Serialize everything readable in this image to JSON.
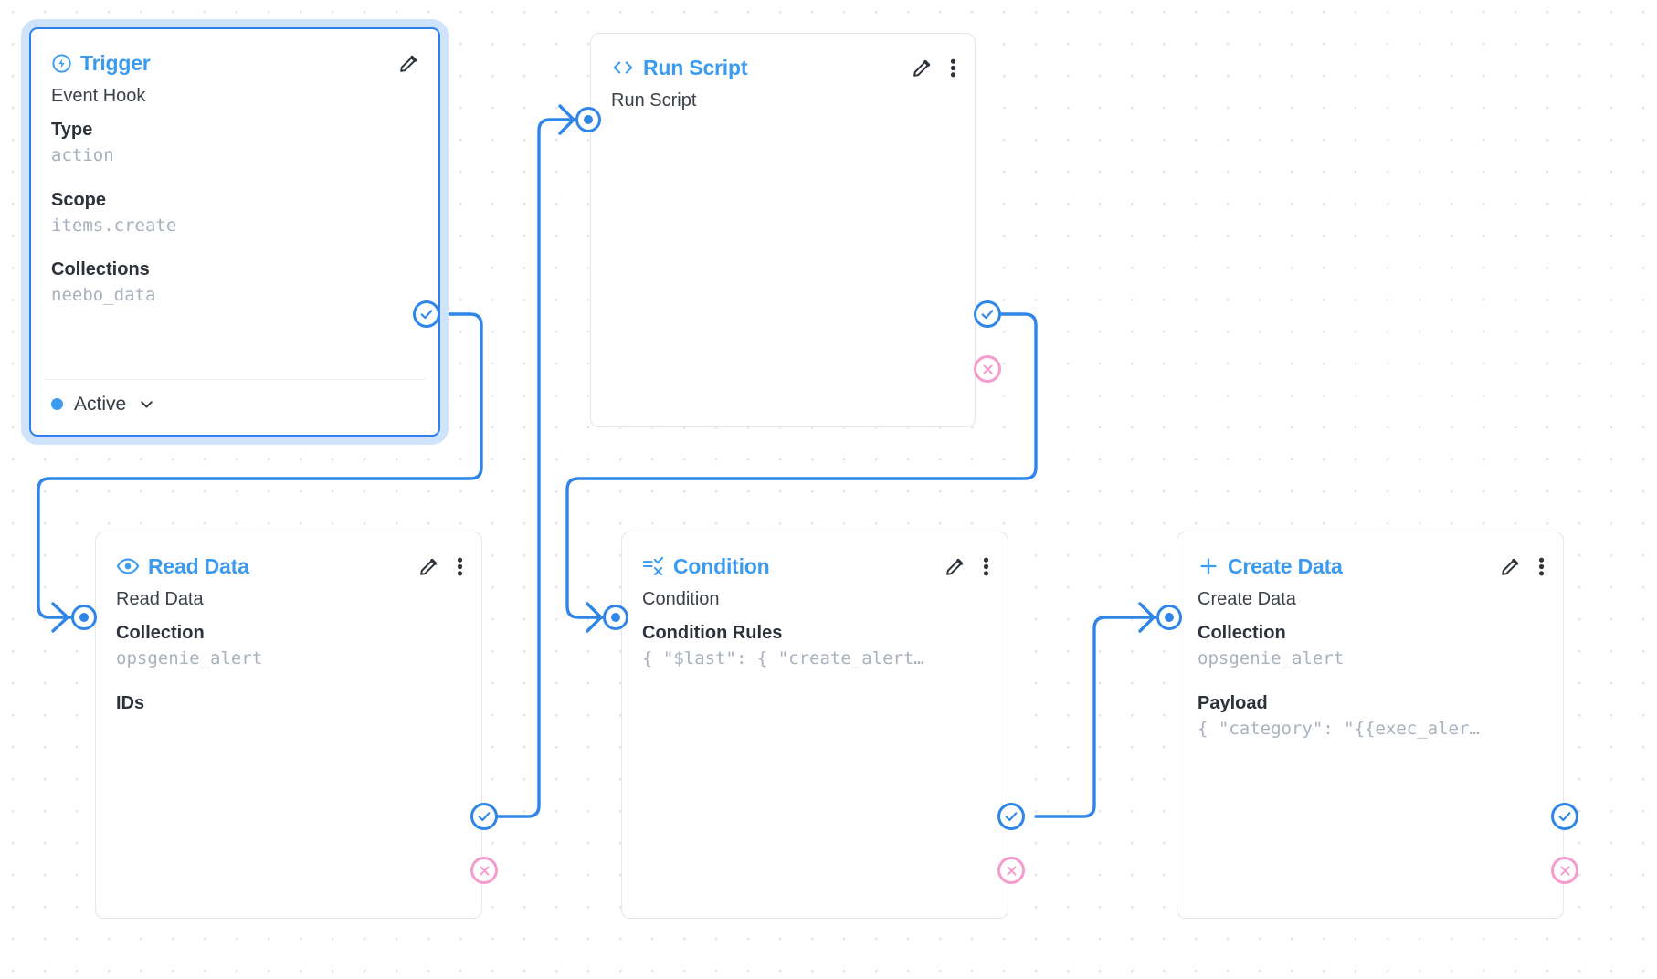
{
  "canvas": {
    "grid": "dot-grid",
    "wire_color": "#2f86e8",
    "accent_color": "#3a9bf0",
    "reject_color": "#f59ccd",
    "muted_text_color": "#a9b1bd"
  },
  "nodes": [
    {
      "id": "trigger",
      "selected": true,
      "icon": "bolt-circle-icon",
      "title": "Trigger",
      "actions": [
        "edit-pencil-icon"
      ],
      "fields": [
        {
          "kind": "title",
          "text": "Event Hook"
        },
        {
          "kind": "label",
          "text": "Type"
        },
        {
          "kind": "value",
          "text": "action"
        },
        {
          "kind": "label",
          "text": "Scope"
        },
        {
          "kind": "value",
          "text": "items.create"
        },
        {
          "kind": "label",
          "text": "Collections"
        },
        {
          "kind": "value",
          "text": "neebo_data"
        }
      ],
      "status": {
        "label": "Active",
        "dot_color": "#3a9bf0",
        "chevron": "chevron-down-icon"
      }
    },
    {
      "id": "run-script",
      "selected": false,
      "icon": "code-brackets-icon",
      "title": "Run Script",
      "actions": [
        "edit-pencil-icon",
        "more-vertical-icon"
      ],
      "fields": [
        {
          "kind": "title",
          "text": "Run Script"
        }
      ]
    },
    {
      "id": "read-data",
      "selected": false,
      "icon": "eye-icon",
      "title": "Read Data",
      "actions": [
        "edit-pencil-icon",
        "more-vertical-icon"
      ],
      "fields": [
        {
          "kind": "title",
          "text": "Read Data"
        },
        {
          "kind": "label",
          "text": "Collection"
        },
        {
          "kind": "value",
          "text": "opsgenie_alert"
        },
        {
          "kind": "label",
          "text": "IDs"
        }
      ]
    },
    {
      "id": "condition",
      "selected": false,
      "icon": "condition-filter-icon",
      "title": "Condition",
      "actions": [
        "edit-pencil-icon",
        "more-vertical-icon"
      ],
      "fields": [
        {
          "kind": "title",
          "text": "Condition"
        },
        {
          "kind": "label",
          "text": "Condition Rules"
        },
        {
          "kind": "value",
          "text": "{ \"$last\": { \"create_alert…"
        }
      ]
    },
    {
      "id": "create-data",
      "selected": false,
      "icon": "plus-icon",
      "title": "Create Data",
      "actions": [
        "edit-pencil-icon",
        "more-vertical-icon"
      ],
      "fields": [
        {
          "kind": "title",
          "text": "Create Data"
        },
        {
          "kind": "label",
          "text": "Collection"
        },
        {
          "kind": "value",
          "text": "opsgenie_alert"
        },
        {
          "kind": "label",
          "text": "Payload"
        },
        {
          "kind": "value",
          "text": "{ \"category\": \"{{exec_aler…"
        }
      ]
    }
  ],
  "ports": {
    "resolve_icon": "check-circle-icon",
    "reject_icon": "x-circle-icon",
    "input_icon": "input-dot-icon"
  }
}
